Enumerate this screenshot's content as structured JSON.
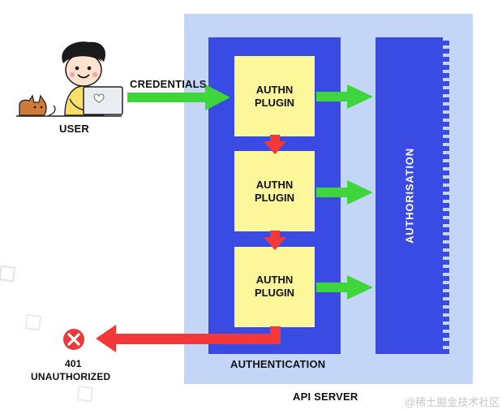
{
  "labels": {
    "credentials": "CREDENTIALS",
    "user": "USER",
    "authn_plugin": [
      "AUTHN",
      "PLUGIN"
    ],
    "authorisation": "AUTHORISATION",
    "authentication": "AUTHENTICATION",
    "api_server": "API SERVER",
    "error_code": "401",
    "error_text": "UNAUTHORIZED"
  },
  "watermark": "@稀土掘金技术社区",
  "colors": {
    "api_server_bg": "#c3d6f7",
    "authn_block": "#3a4be4",
    "plugin": "#fdf69b",
    "green_arrow": "#3fd53c",
    "red_arrow": "#f23838",
    "authz_block": "#3a4be4"
  },
  "icons": [
    "user-illustration",
    "cat-illustration",
    "laptop-icon",
    "error-x-icon"
  ]
}
